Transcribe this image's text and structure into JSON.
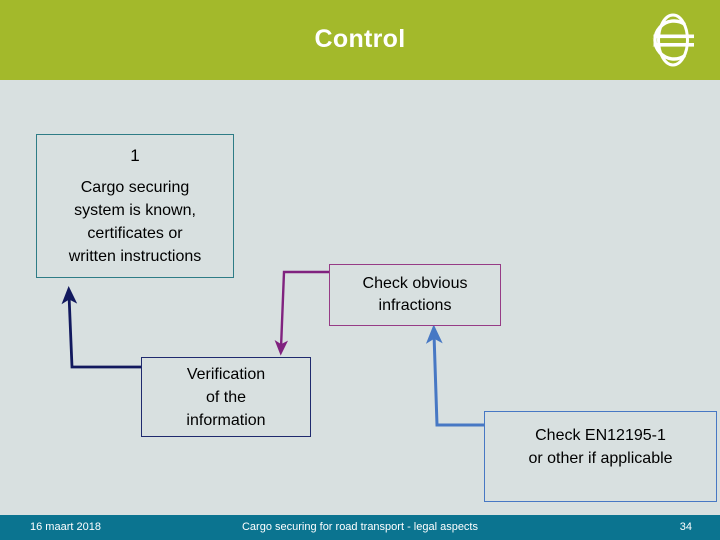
{
  "slide": {
    "title": "Control",
    "background_color": "#d8e0e0",
    "header_color": "#a3b92b",
    "logo_icon": "globe-euro-logo-icon"
  },
  "boxes": [
    {
      "id": "cargo-system",
      "number": "1",
      "text": "Cargo securing\nsystem is known,\ncertificates or\nwritten instructions",
      "border_color": "#2e7c86"
    },
    {
      "id": "check-obvious",
      "text": "Check obvious\ninfractions",
      "border_color": "#963b86"
    },
    {
      "id": "verification",
      "text": "Verification\nof the\ninformation",
      "border_color": "#1f2a6e"
    },
    {
      "id": "check-en",
      "text": "Check EN12195-1\nor other if applicable",
      "border_color": "#4778c4"
    }
  ],
  "connectors": [
    {
      "id": "verification-to-cargo-system",
      "color": "#12195e",
      "from": "verification",
      "to": "cargo-system"
    },
    {
      "id": "check-obvious-to-verification",
      "color": "#80227f",
      "from": "check-obvious",
      "to": "verification"
    },
    {
      "id": "check-en-to-check-obvious",
      "color": "#4778c4",
      "from": "check-en",
      "to": "check-obvious"
    }
  ],
  "footer": {
    "date": "16 maart 2018",
    "subject": "Cargo securing for road transport - legal aspects",
    "page_number": "34",
    "background_color": "#0b7490"
  }
}
